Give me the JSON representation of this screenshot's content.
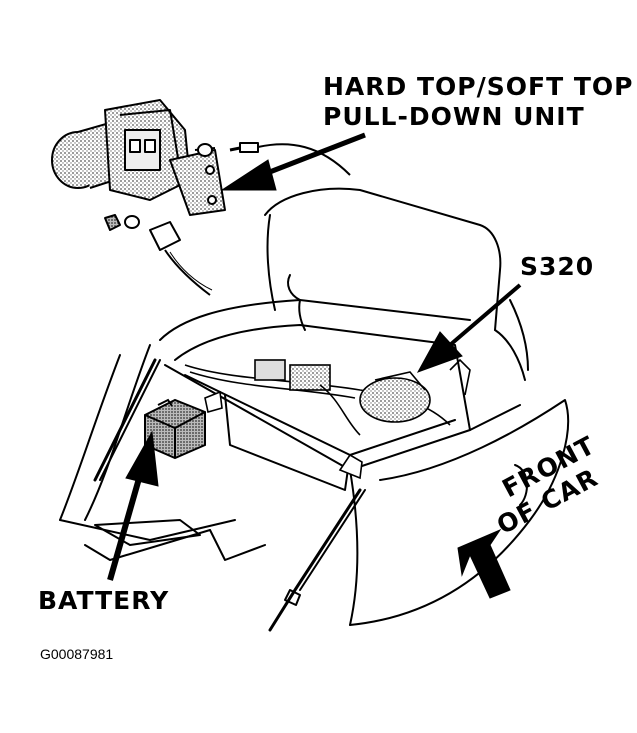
{
  "labels": {
    "pull_down_line1": "HARD TOP/SOFT TOP",
    "pull_down_line2": "PULL-DOWN UNIT",
    "splice": "S320",
    "battery": "BATTERY",
    "front_line1": "FRONT",
    "front_line2": "OF CAR",
    "figure_code": "G00087981"
  },
  "colors": {
    "ink": "#000000",
    "paper": "#ffffff",
    "stipple": "#9a9a9a"
  }
}
